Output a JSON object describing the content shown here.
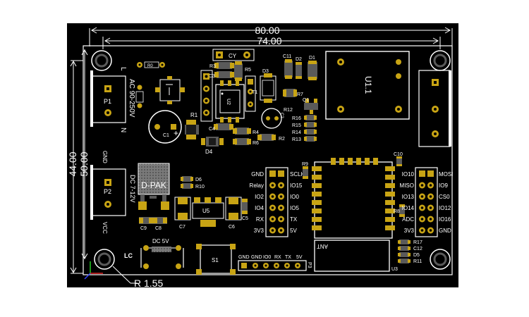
{
  "dimensions": {
    "width_outer": "80.00",
    "width_inner": "74.00",
    "height_outer": "50.00",
    "height_inner": "44.00",
    "hole_radius": "R 1.55"
  },
  "labels": {
    "ac_input": "AC 90-250V",
    "ac_n": "N",
    "ac_l": "L",
    "dc_input": "DC 7-12V",
    "vcc": "VCC",
    "gnd": "GND",
    "dpak": "D-PAK",
    "u1_1": "U1.1",
    "dc_5v": "DC 5V",
    "lc": "LC",
    "ant": "ANT"
  },
  "components": {
    "r0": "R0",
    "p1": "P1",
    "p2": "P2",
    "c1": "C1",
    "r1": "R1",
    "d4": "D4",
    "r3": "R3",
    "c3": "C3",
    "r5": "R5",
    "u2": "U2",
    "c4": "C4",
    "cy": "CY",
    "d3": "D3",
    "t1": "T1",
    "c11": "C11",
    "d2": "D2",
    "d1": "D1",
    "r7": "R7",
    "r12": "R12",
    "c2": "C2",
    "r4": "R4",
    "r6": "R6",
    "r2": "R2",
    "q1": "Q1",
    "r16": "R16",
    "r15": "R15",
    "r14": "R14",
    "r13": "R13",
    "d6": "D6",
    "r10": "R10",
    "u5": "U5",
    "c9": "C9",
    "c8": "C8",
    "c7": "C7",
    "c6": "C6",
    "c5": "C5",
    "r9": "R9",
    "c10": "C10",
    "r8": "R8",
    "r17": "R17",
    "c12": "C12",
    "d5": "D5",
    "r11": "R11",
    "u3": "U3",
    "s1": "S1",
    "p3": "P3"
  },
  "left_header": {
    "left": [
      "GND",
      "Relay",
      "IO2",
      "IO4",
      "RX",
      "3V3"
    ],
    "right": [
      "SCLK",
      "IO15",
      "IO0",
      "IO5",
      "TX",
      "5V"
    ]
  },
  "right_header": {
    "left": [
      "IO10",
      "MISO",
      "IO13",
      "IO14",
      "ADC",
      "3V3"
    ],
    "right": [
      "MOSI",
      "IO9",
      "CS0",
      "IO12",
      "IO16",
      "GND"
    ]
  },
  "bottom_header": [
    "GND",
    "GND",
    "IO0",
    "RX",
    "TX",
    "5V"
  ],
  "colors": {
    "board": "#000000",
    "silkscreen": "#ffffff",
    "pad": "#c8a414",
    "mask": "#5a5a5a"
  }
}
